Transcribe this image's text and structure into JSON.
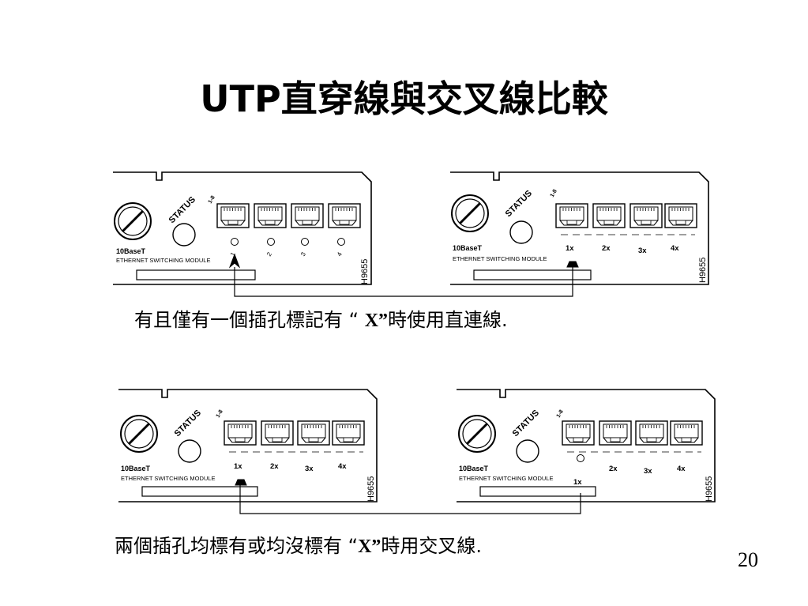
{
  "slide": {
    "title": "UTP直穿線與交叉線比較",
    "page_number": "20"
  },
  "module_labels": {
    "status": "STATUS",
    "range": "1-8",
    "base": "10BaseT",
    "module_name": "ETHERNET SWITCHING MODULE",
    "figure_id": "H9655"
  },
  "top_section": {
    "caption_pre": "有且僅有一個插孔標記有 “ ",
    "caption_x": "X”",
    "caption_post": "時使用直連線.",
    "left_ports": [
      "1",
      "2",
      "3",
      "4"
    ],
    "right_ports": [
      "1x",
      "2x",
      "3x",
      "4x"
    ]
  },
  "bottom_section": {
    "caption_pre": "兩個插孔均標有或均沒標有 “",
    "caption_x": "X”",
    "caption_post": "時用交叉線.",
    "left_ports": [
      "1x",
      "2x",
      "3x",
      "4x"
    ],
    "right_ports": [
      "1x",
      "2x",
      "3x",
      "4x"
    ]
  }
}
